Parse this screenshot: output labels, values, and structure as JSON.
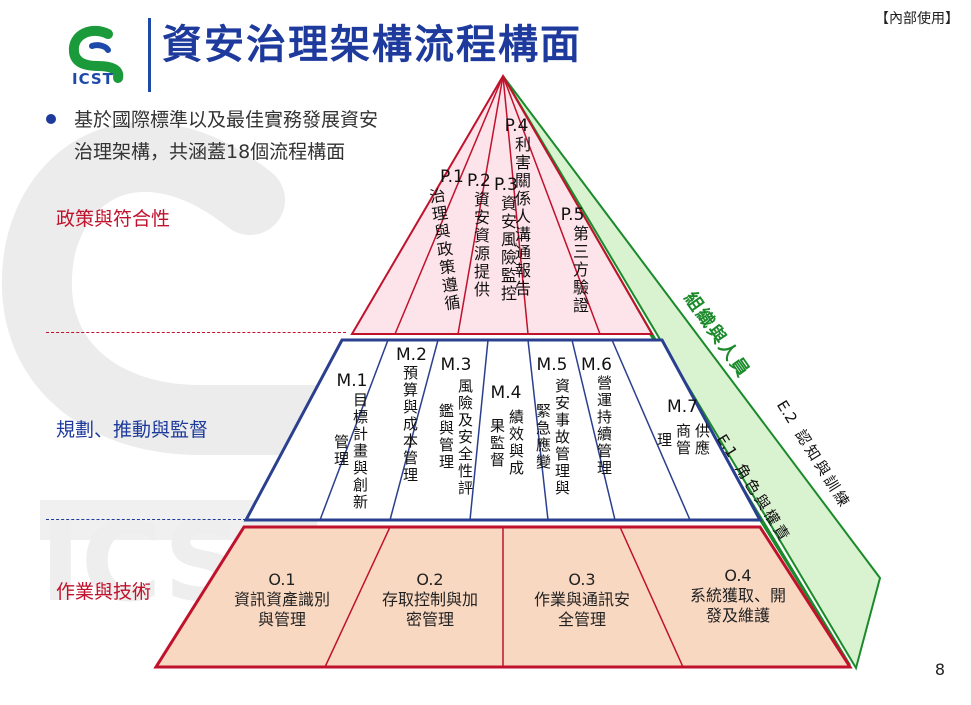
{
  "header": {
    "title": "資安治理架構流程構面",
    "tag": "【內部使用】",
    "logo_text": "ICST"
  },
  "bullet": {
    "line1": "基於國際標準以及最佳實務發展資安",
    "line2": "治理架構，共涵蓋18個流程構面"
  },
  "sections": {
    "policy": "政策與符合性",
    "planning": "規劃、推動與監督",
    "operations": "作業與技術"
  },
  "policy_items": [
    {
      "code": "P.1",
      "name": "治理與政策遵循"
    },
    {
      "code": "P.2",
      "name": "資安資源提供"
    },
    {
      "code": "P.3",
      "name": "資安風險監控"
    },
    {
      "code": "P.4",
      "name": "利害關係人溝通報告"
    },
    {
      "code": "P.5",
      "name": "第三方驗證"
    }
  ],
  "management_items": [
    {
      "code": "M.1",
      "name": "目標計畫與創新管理"
    },
    {
      "code": "M.2",
      "name": "預算與成本管理"
    },
    {
      "code": "M.3",
      "name": "風險及安全性評鑑與管理"
    },
    {
      "code": "M.4",
      "name": "績效與成果監督"
    },
    {
      "code": "M.5",
      "name": "資安事故管理與緊急應變"
    },
    {
      "code": "M.6",
      "name": "營運持續管理"
    },
    {
      "code": "M.7",
      "name": "供應商管理"
    }
  ],
  "operation_items": [
    {
      "code": "O.1",
      "name1": "資訊資產識別",
      "name2": "與管理"
    },
    {
      "code": "O.2",
      "name1": "存取控制與加",
      "name2": "密管理"
    },
    {
      "code": "O.3",
      "name1": "作業與通訊安",
      "name2": "全管理"
    },
    {
      "code": "O.4",
      "name1": "系統獲取、開",
      "name2": "發及維護"
    }
  ],
  "people": {
    "title": "組織與人員",
    "e1_code": "E.1",
    "e1_name": "角色與權責",
    "e2_code": "E.2",
    "e2_name": "認知與訓練"
  },
  "page_number": "8",
  "colors": {
    "title_blue": "#1d3a9c",
    "section_red": "#c0122c",
    "top_fill": "#fde3ea",
    "top_stroke": "#c0122c",
    "mid_fill": "#ffffff",
    "mid_stroke": "#2a3f8f",
    "bottom_fill": "#f9d8c2",
    "bottom_stroke": "#c0122c",
    "side_fill": "#d9f2cf",
    "side_stroke": "#1a8a2a"
  }
}
